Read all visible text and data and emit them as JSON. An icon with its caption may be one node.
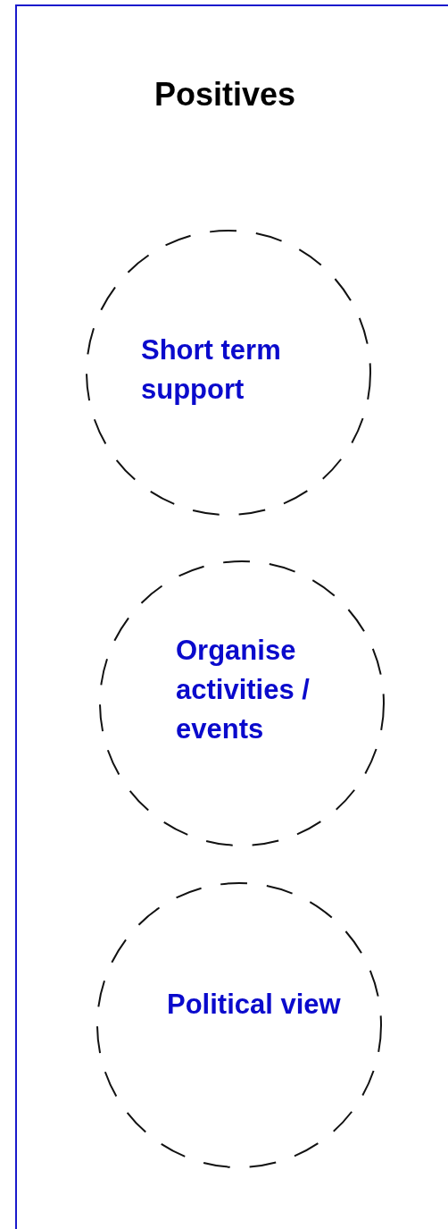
{
  "diagram": {
    "nodes": [
      {
        "text": [
          "Positives"
        ]
      },
      {
        "text": [
          "Short term support"
        ],
        "in": 0
      },
      {
        "text": [
          "Organise activities / events"
        ],
        "in": 0
      },
      {
        "text": [
          "Political view"
        ],
        "in": 0
      }
    ]
  }
}
